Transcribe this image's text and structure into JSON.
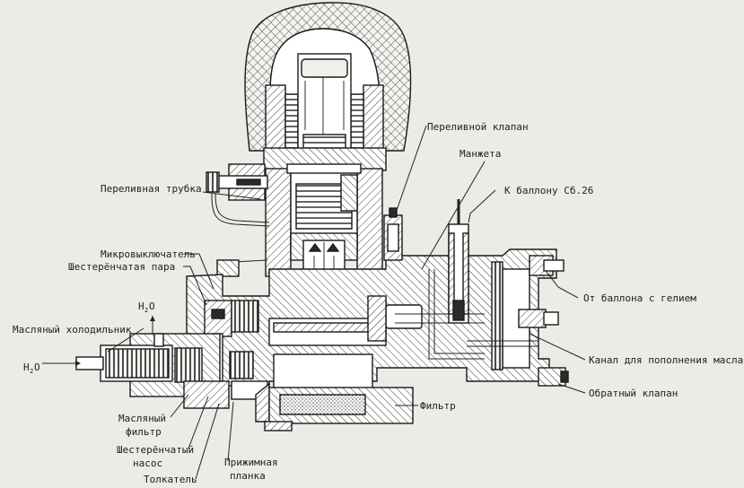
{
  "labels": {
    "pereliv_klapan": "Переливной клапан",
    "manzheta": "Манжета",
    "k_ballonu": "К баллону Сб.26",
    "pereliv_trubka": "Переливная трубка",
    "mikrovykl": "Микровыключатель",
    "shest_para": "Шестерёнчатая пара",
    "masl_holod": "Масляный холодильник",
    "ot_ballona": "От баллона с гелием",
    "kanal": "Канал для пополнения масла",
    "obratny": "Обратный клапан",
    "filtr": "Фильтр",
    "masl_filtr_1": "Масляный",
    "masl_filtr_2": "фильтр",
    "shest_nasos_1": "Шестерёнчатый",
    "shest_nasos_2": "насос",
    "prizhim_1": "Прижимная",
    "prizhim_2": "планка",
    "tolkatel": "Толкатель",
    "h2o_top_main": "H",
    "h2o_top_sub": "2",
    "h2o_top_tail": "O",
    "h2o_left_main": "H",
    "h2o_left_sub": "2",
    "h2o_left_tail": "O"
  },
  "colors": {
    "paper": "#ecebe6",
    "ink": "#1a1a1a",
    "hatch": "#3a3a3a",
    "dark_part": "#2a2a2a"
  }
}
